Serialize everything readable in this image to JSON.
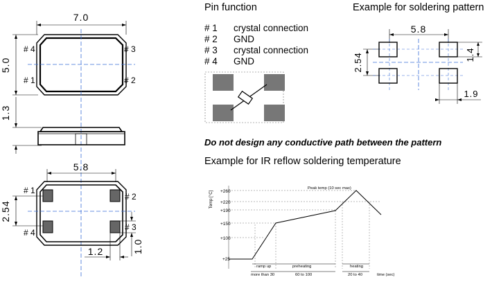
{
  "top_view": {
    "width_label": "7.0",
    "height_label": "5.0",
    "pins": [
      "# 4",
      "# 3",
      "# 1",
      "# 2"
    ]
  },
  "side_view": {
    "thickness_label": "1.3"
  },
  "bottom_view": {
    "pitch_label": "5.8",
    "pitch_v_label": "2.54",
    "pad_w_label": "1.2",
    "pad_h_label": "1.0",
    "pins": [
      "# 1",
      "# 2",
      "# 3",
      "# 4"
    ]
  },
  "pin_function": {
    "title": "Pin function",
    "rows": [
      {
        "pin": "# 1",
        "function": "crystal connection"
      },
      {
        "pin": "# 2",
        "function": "GND"
      },
      {
        "pin": "# 3",
        "function": "crystal connection"
      },
      {
        "pin": "# 4",
        "function": "GND"
      }
    ]
  },
  "soldering_pattern": {
    "title": "Example for soldering pattern",
    "pitch_h": "5.8",
    "pitch_v": "2.54",
    "pad_h": "1.4",
    "pad_w": "1.9"
  },
  "warning": "Do not design any conductive path between the pattern",
  "reflow": {
    "title": "Example for IR reflow soldering temperature",
    "chart": {
      "ylabel": "Temp [°C]",
      "peak_label": "Peak temp (10 sec max)",
      "y_ticks": [
        "+260",
        "+220",
        "+190",
        "+150",
        "+100",
        "+25"
      ],
      "phases": [
        "ramp up",
        "preheating",
        "heating",
        "time (sec)"
      ],
      "durations": [
        "more than 30",
        "60 to 100",
        "20 to 40"
      ]
    }
  }
}
